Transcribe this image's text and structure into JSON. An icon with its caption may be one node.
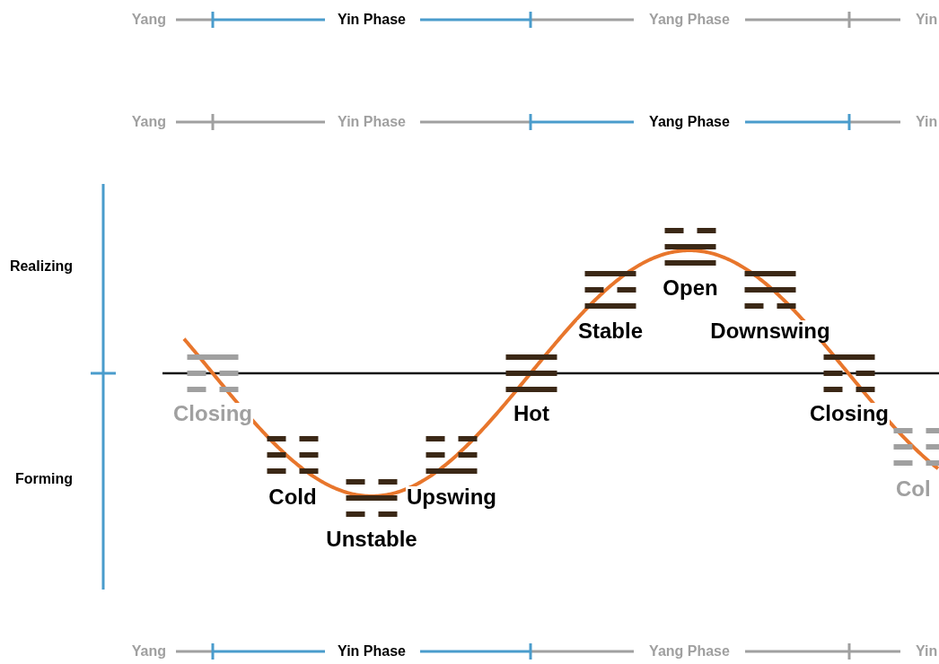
{
  "diagram": {
    "labels": [
      "Yang",
      "Yin Phase",
      "Yang Phase",
      "Yin",
      "Yang",
      "Yin Phase",
      "Yang Phase",
      "Yin",
      "Realizing",
      "Forming",
      "Closing",
      "Cold",
      "Unstable",
      "Upswing",
      "Hot",
      "Stable",
      "Open",
      "Downswing",
      "Closing",
      "Col",
      "Yang",
      "Yin Phase",
      "Yang Phase",
      "Yin"
    ]
  }
}
